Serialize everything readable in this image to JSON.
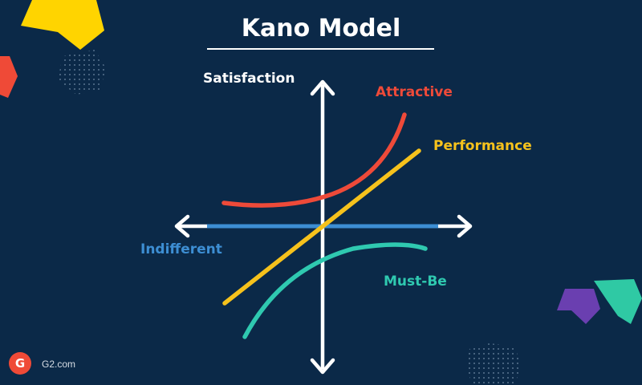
{
  "title": "Kano Model",
  "axes": {
    "vertical_label": "Satisfaction",
    "horizontal_label": "Indifferent"
  },
  "curves": [
    {
      "id": "attractive",
      "label": "Attractive",
      "color": "#ee4a39"
    },
    {
      "id": "performance",
      "label": "Performance",
      "color": "#f6c21c"
    },
    {
      "id": "indifferent",
      "label": "Indifferent",
      "color": "#3d8ed3"
    },
    {
      "id": "must-be",
      "label": "Must-Be",
      "color": "#2fc9b0"
    }
  ],
  "colors": {
    "background": "#0b2948",
    "axis": "#ffffff",
    "accent_yellow": "#ffd400",
    "accent_red": "#ef4a37",
    "accent_purple": "#6a3fb0",
    "accent_teal": "#2fc9a4"
  },
  "brand": {
    "logo_letter": "G",
    "text": "G2.com"
  }
}
